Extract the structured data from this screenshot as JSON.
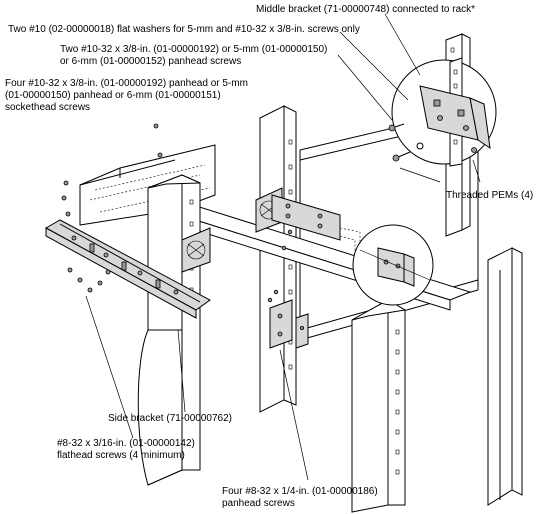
{
  "callouts": {
    "middle_bracket": "Middle bracket (71-00000748) connected to rack*",
    "washers": "Two #10 (02-00000018) flat washers for 5-mm and #10-32 x 3/8-in. screws only",
    "two_screws_line1": "Two #10-32 x 3/8-in. (01-00000192) or 5-mm (01-00000150)",
    "two_screws_line2": "or 6-mm (01-00000152) panhead screws",
    "four_screws_line1": "Four #10-32 x 3/8-in. (01-00000192) panhead or 5-mm",
    "four_screws_line2": "(01-00000150) panhead or 6-mm (01-00000151)",
    "four_screws_line3": "sockethead screws",
    "threaded_pems": "Threaded PEMs (4)",
    "side_bracket": "Side bracket (71-00000762)",
    "flathead_line1": "#8-32 x 3/16-in. (01-00000142)",
    "flathead_line2": "flathead screws (4 minimum)",
    "panhead_line1": "Four #8-32 x 1/4-in. (01-00000186)",
    "panhead_line2": "panhead screws"
  }
}
